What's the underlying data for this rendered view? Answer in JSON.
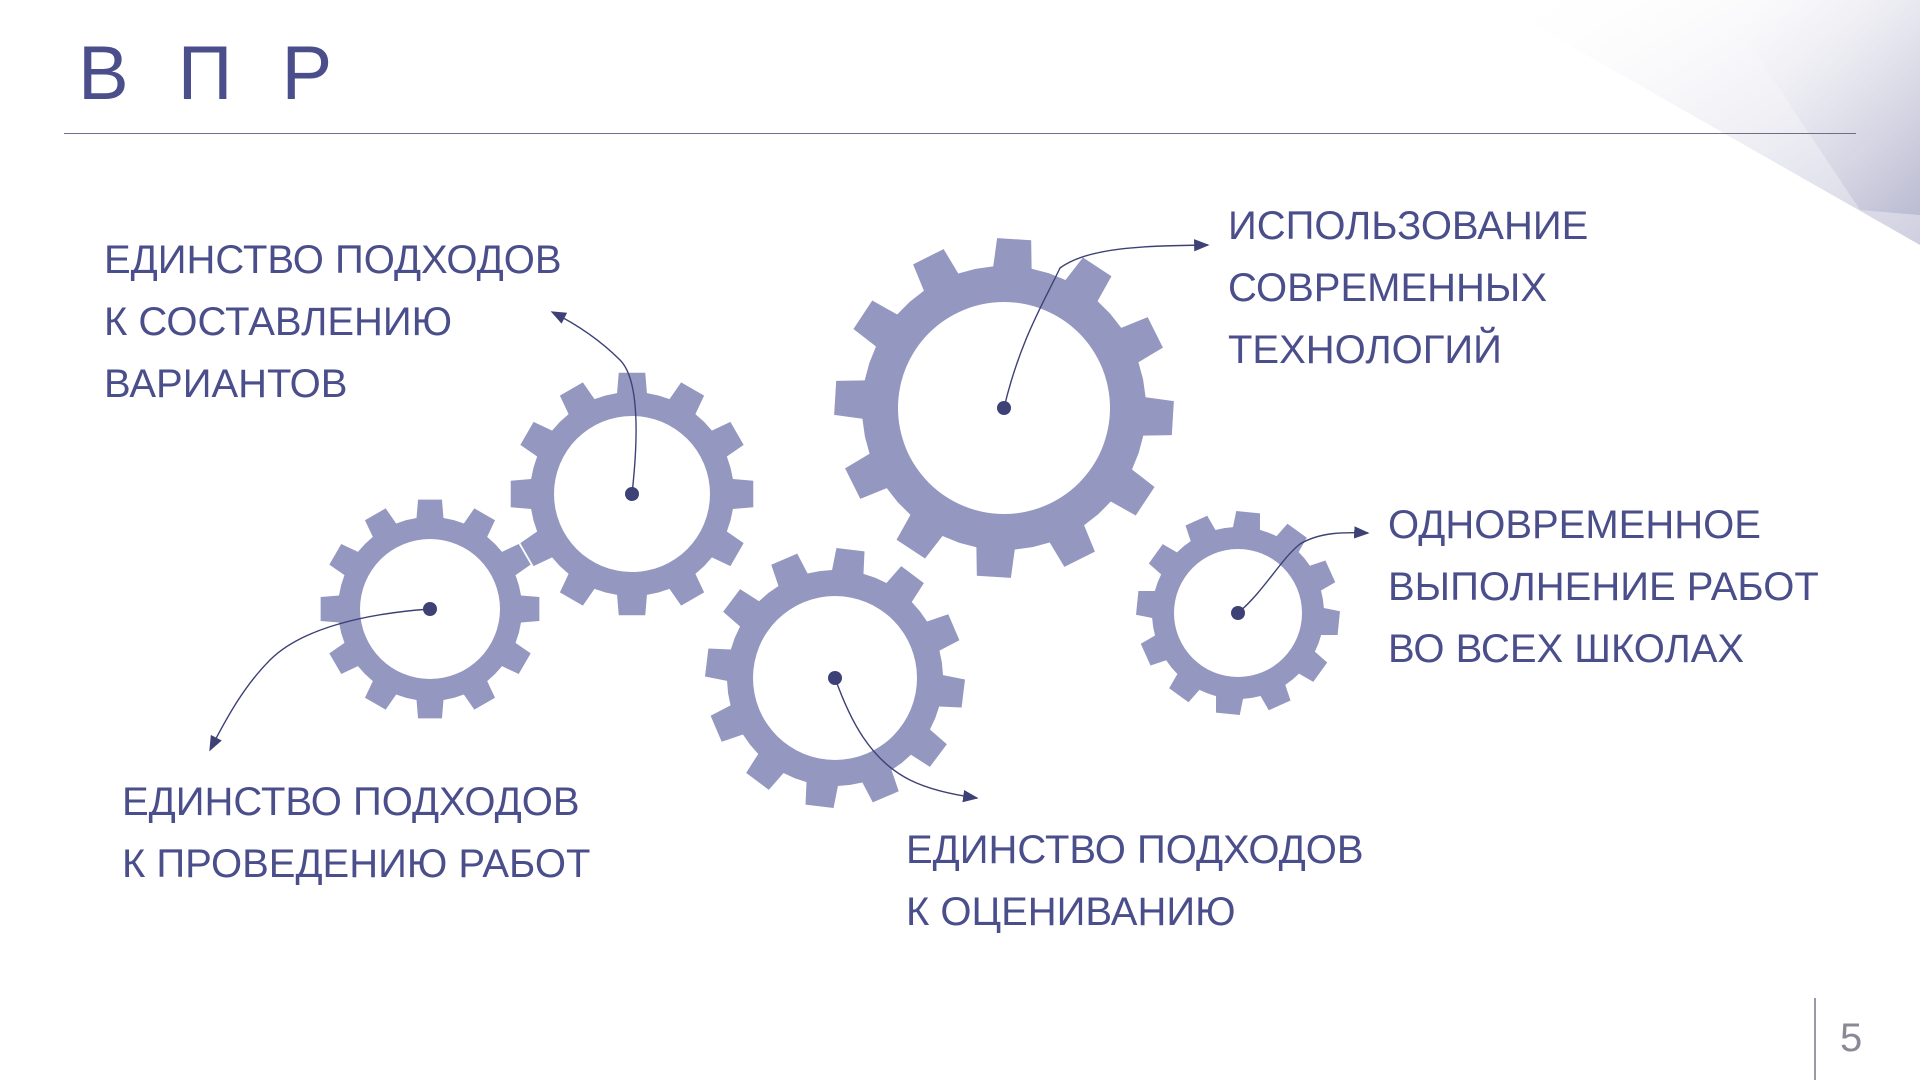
{
  "title": "В П Р",
  "colors": {
    "gear": "#9497c0",
    "text": "#4a4e8a",
    "rule": "#6e6e88",
    "hub": "#3d4175"
  },
  "labels": {
    "variants": [
      "ЕДИНСТВО ПОДХОДОВ",
      "К СОСТАВЛЕНИЮ",
      "ВАРИАНТОВ"
    ],
    "technologies": [
      "ИСПОЛЬЗОВАНИЕ",
      "СОВРЕМЕННЫХ",
      "ТЕХНОЛОГИЙ"
    ],
    "simultaneous": [
      "ОДНОВРЕМЕННОЕ",
      "ВЫПОЛНЕНИЕ РАБОТ",
      "ВО ВСЕХ ШКОЛАХ"
    ],
    "conducting": [
      "ЕДИНСТВО ПОДХОДОВ",
      "К ПРОВЕДЕНИЮ РАБОТ"
    ],
    "assessment": [
      "ЕДИНСТВО ПОДХОДОВ",
      "К ОЦЕНИВАНИЮ"
    ]
  },
  "page_number": "5"
}
